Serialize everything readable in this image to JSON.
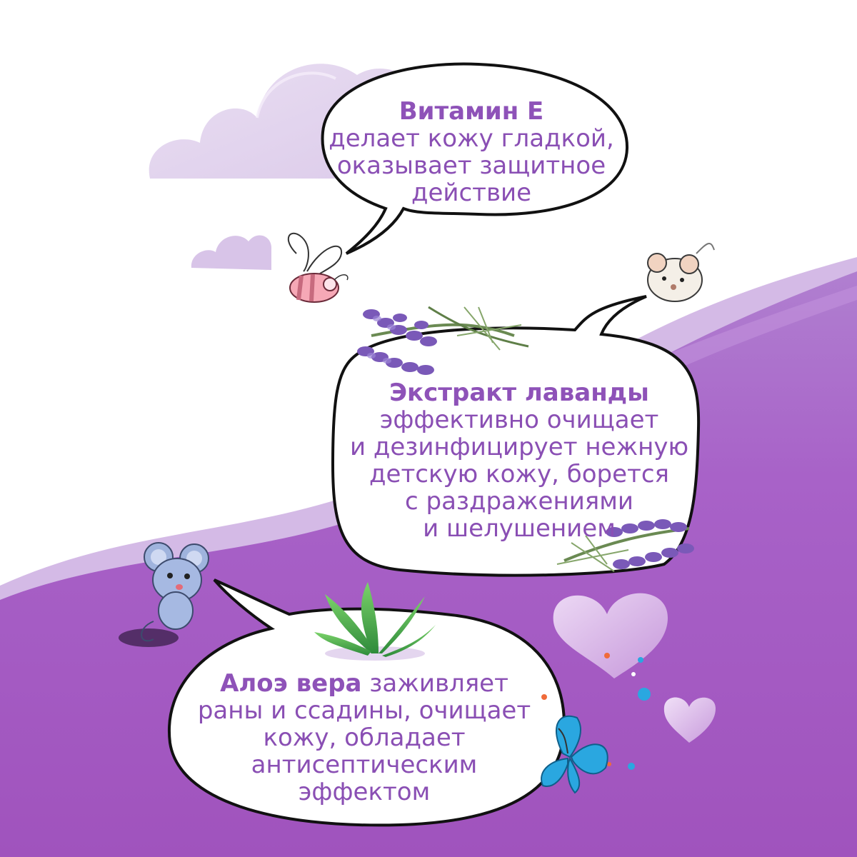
{
  "callouts": {
    "vitamin_e": {
      "title": "Витамин Е",
      "lines": [
        "делает кожу гладкой,",
        "оказывает защитное",
        "действие"
      ]
    },
    "lavender": {
      "title": "Экстракт лаванды",
      "lines": [
        "эффективно очищает",
        "и дезинфицирует нежную",
        "детскую кожу, борется",
        "с раздражениями",
        "и шелушением"
      ]
    },
    "aloe": {
      "title": "Алоэ вера",
      "first_line_rest": " заживляет",
      "lines": [
        "раны и ссадины, очищает",
        "кожу, обладает",
        "антисептическим",
        "эффектом"
      ]
    }
  },
  "illustrations": {
    "top_left": [
      "cloud-icon",
      "cloud-icon"
    ],
    "character_1": "bee-icon",
    "character_2": "mouse-icon",
    "character_3": "mouse-icon",
    "plants": [
      "lavender-icon",
      "lavender-icon",
      "aloe-icon"
    ],
    "decor": [
      "heart-icon",
      "heart-icon",
      "butterfly-icon"
    ]
  },
  "colors": {
    "purple_main": "#a35bc2",
    "purple_light": "#c8a6dc",
    "text_purple": "#8a4fb4",
    "bubble_fill": "#ffffff",
    "bubble_outline": "#111111"
  }
}
